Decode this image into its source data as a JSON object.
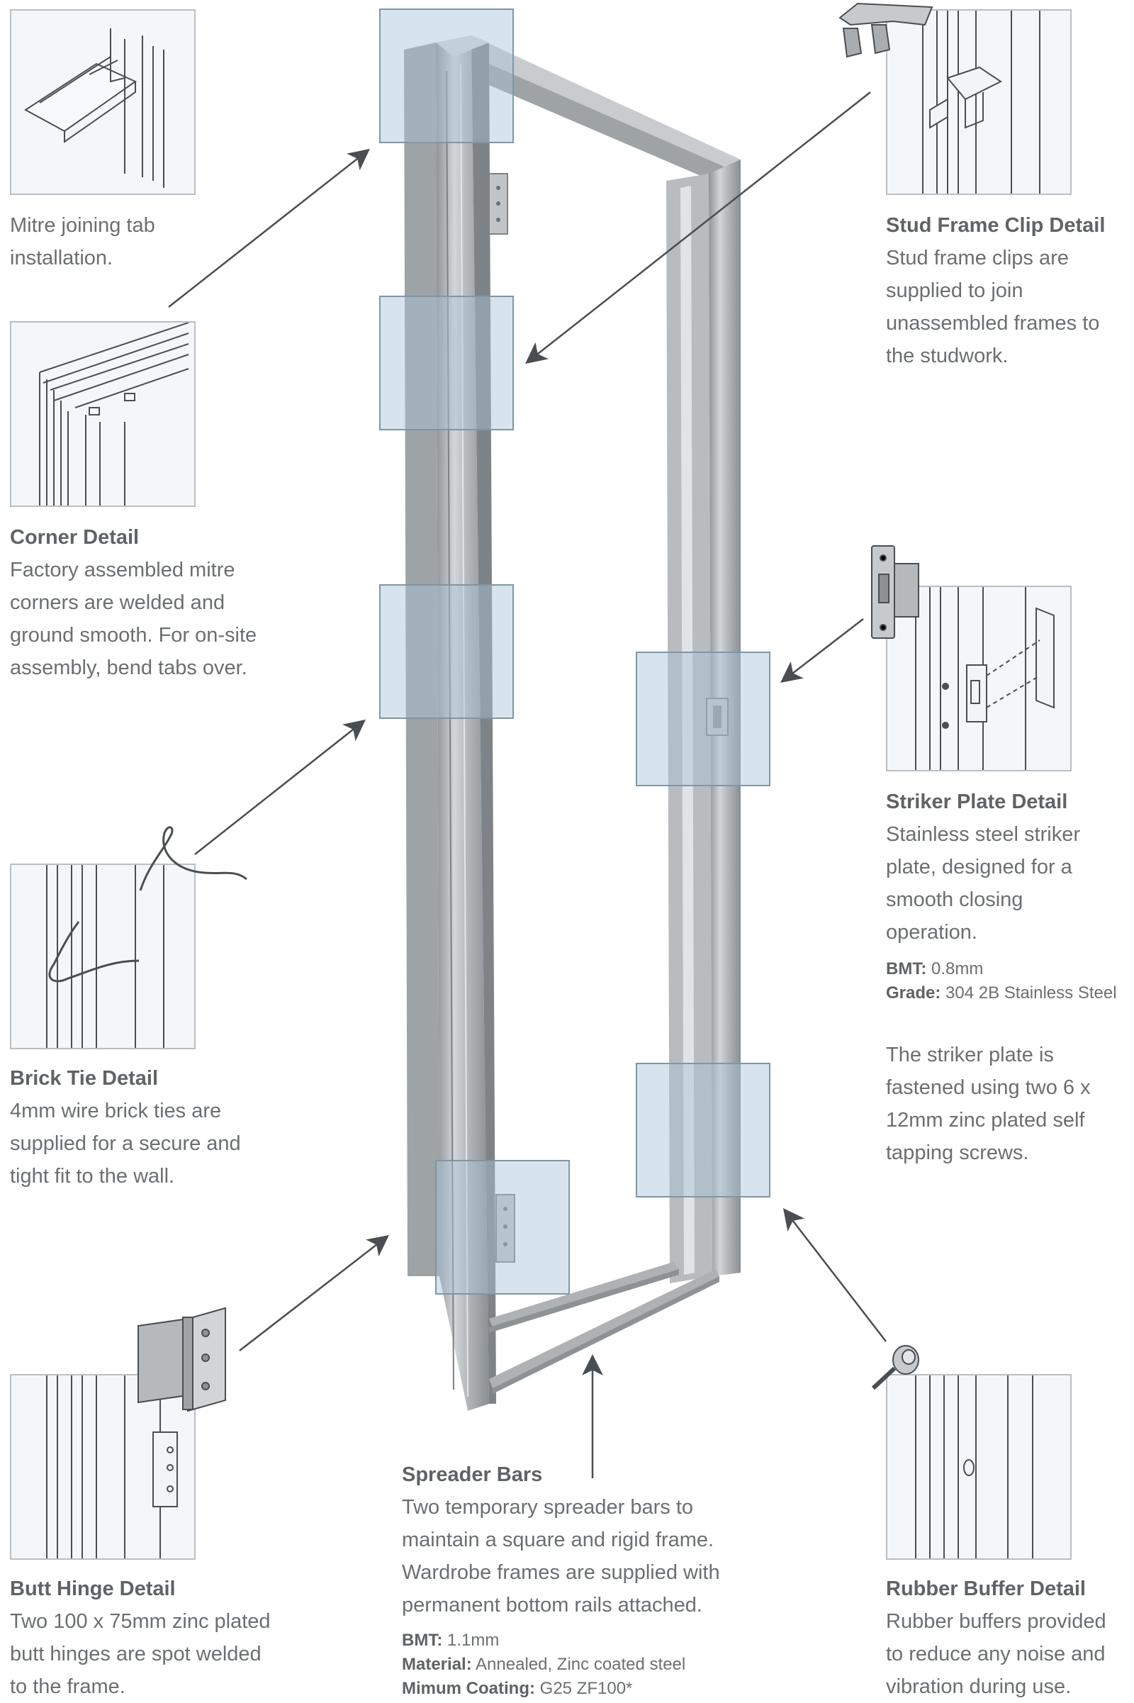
{
  "mitre": {
    "body": "Mitre joining tab installation."
  },
  "corner": {
    "title": "Corner Detail",
    "body": "Factory assembled mitre corners are welded and ground smooth. For on-site assembly, bend tabs over."
  },
  "brick": {
    "title": "Brick Tie Detail",
    "body": "4mm wire brick ties are supplied for a secure and tight fit to the wall."
  },
  "hinge": {
    "title": "Butt Hinge Detail",
    "body": "Two 100 x 75mm zinc plated butt hinges are spot welded to the frame."
  },
  "stud": {
    "title": "Stud Frame Clip Detail",
    "body": "Stud frame clips are supplied to join unassembled frames to the studwork."
  },
  "striker": {
    "title": "Striker Plate Detail",
    "body": "Stainless steel striker plate, designed for a smooth closing operation.",
    "bmt_label": "BMT:",
    "bmt_value": "0.8mm",
    "grade_label": "Grade:",
    "grade_value": "304 2B Stainless Steel",
    "note": "The striker plate is fastened using two 6 x 12mm zinc plated self tapping screws."
  },
  "buffer": {
    "title": "Rubber Buffer Detail",
    "body": "Rubber buffers provided to reduce any noise and vibration during use."
  },
  "spreader": {
    "title": "Spreader Bars",
    "body": "Two temporary spreader bars to maintain a square and rigid frame. Wardrobe frames are supplied with permanent bottom rails attached.",
    "bmt_label": "BMT:",
    "bmt_value": "1.1mm",
    "material_label": "Material:",
    "material_value": "Annealed, Zinc coated steel",
    "coating_label": "Mimum Coating:",
    "coating_value": "G25 ZF100*"
  },
  "colors": {
    "text": "#6b6f72",
    "highlight": "#8fb0c8",
    "steel": "#a7abae",
    "line": "#4a4e52"
  }
}
